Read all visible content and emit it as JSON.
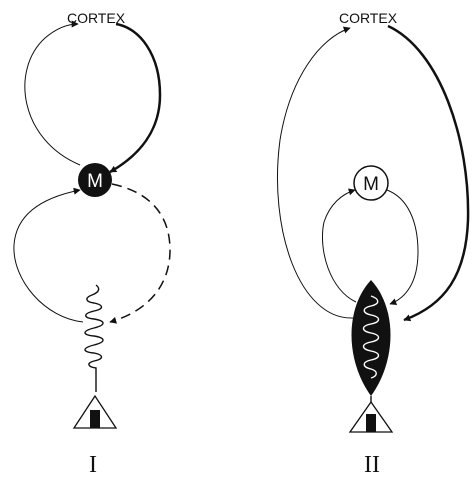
{
  "panels": [
    {
      "cortex_label": "CORTEX",
      "motor_label": "M",
      "numeral": "I"
    },
    {
      "cortex_label": "CORTEX",
      "motor_label": "M",
      "numeral": "II"
    }
  ],
  "colors": {
    "ink": "#111111",
    "paper": "#ffffff"
  }
}
